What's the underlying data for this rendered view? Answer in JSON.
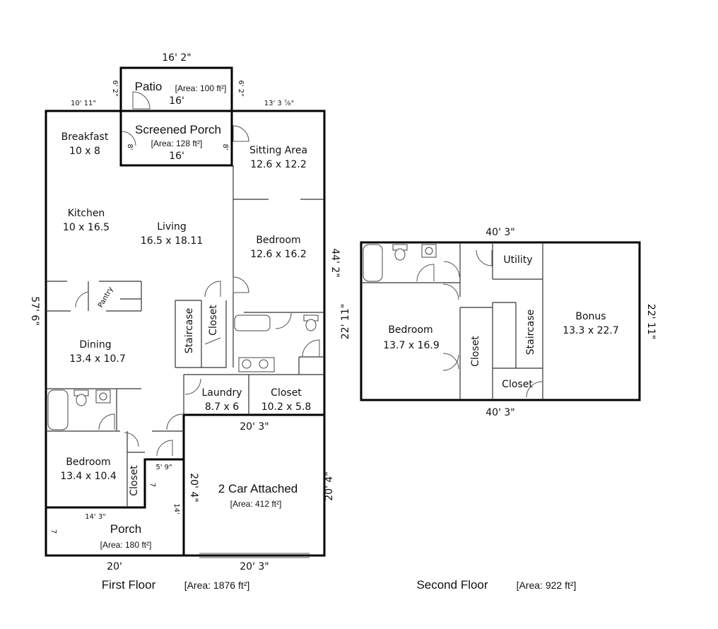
{
  "first_floor": {
    "label": "First Floor",
    "area": "[Area: 1876 ft²]",
    "dims": {
      "patio_top": "16' 2\"",
      "left_top": "10' 11\"",
      "right_top": "13' 3 ⁷⁄₈\"",
      "left_side": "57' 6\"",
      "right_side": "44' 2\"",
      "garage_top": "20' 3\"",
      "garage_left": "20' 4\"",
      "garage_right": "20' 4\"",
      "garage_bottom": "20' 3\"",
      "porch_bottom": "20'",
      "porch_top": "14' 3\"",
      "porch_left": "7",
      "stair_small": "5' 9\"",
      "seven": "7",
      "fourteen": "14'",
      "patio_left": "6' 2\"",
      "patio_right": "6' 2\"",
      "patio_bottom": "16'",
      "porch_sc_left": "8'",
      "porch_sc_right": "8'",
      "porch_sc_bottom": "16'"
    },
    "rooms": {
      "patio": {
        "name": "Patio",
        "area": "[Area: 100 ft²]"
      },
      "screened_porch": {
        "name": "Screened Porch",
        "area": "[Area: 128 ft²]"
      },
      "breakfast": {
        "name": "Breakfast",
        "size": "10 x 8"
      },
      "sitting_area": {
        "name": "Sitting Area",
        "size": "12.6 x 12.2"
      },
      "kitchen": {
        "name": "Kitchen",
        "size": "10 x 16.5"
      },
      "living": {
        "name": "Living",
        "size": "16.5 x 18.11"
      },
      "bedroom_main": {
        "name": "Bedroom",
        "size": "12.6 x 16.2"
      },
      "pantry": {
        "name": "Pantry"
      },
      "staircase": {
        "name": "Staircase"
      },
      "closet_stair": {
        "name": "Closet"
      },
      "dining": {
        "name": "Dining",
        "size": "13.4 x 10.7"
      },
      "laundry": {
        "name": "Laundry",
        "size": "8.7 x 6"
      },
      "closet_laundry": {
        "name": "Closet",
        "size": "10.2 x 5.8"
      },
      "bedroom_small": {
        "name": "Bedroom",
        "size": "13.4 x 10.4"
      },
      "closet_bed": {
        "name": "Closet"
      },
      "garage": {
        "name": "2 Car Attached",
        "area": "[Area: 412 ft²]"
      },
      "porch": {
        "name": "Porch",
        "area": "[Area: 180 ft²]"
      }
    }
  },
  "second_floor": {
    "label": "Second Floor",
    "area": "[Area: 922 ft²]",
    "dims": {
      "top": "40' 3\"",
      "bottom": "40' 3\"",
      "left": "22' 11\"",
      "right": "22' 11\""
    },
    "rooms": {
      "utility": {
        "name": "Utility"
      },
      "bonus": {
        "name": "Bonus",
        "size": "13.3 x 22.7"
      },
      "bedroom": {
        "name": "Bedroom",
        "size": "13.7 x 16.9"
      },
      "closet_mid": {
        "name": "Closet"
      },
      "staircase": {
        "name": "Staircase"
      },
      "closet_small": {
        "name": "Closet"
      }
    }
  }
}
